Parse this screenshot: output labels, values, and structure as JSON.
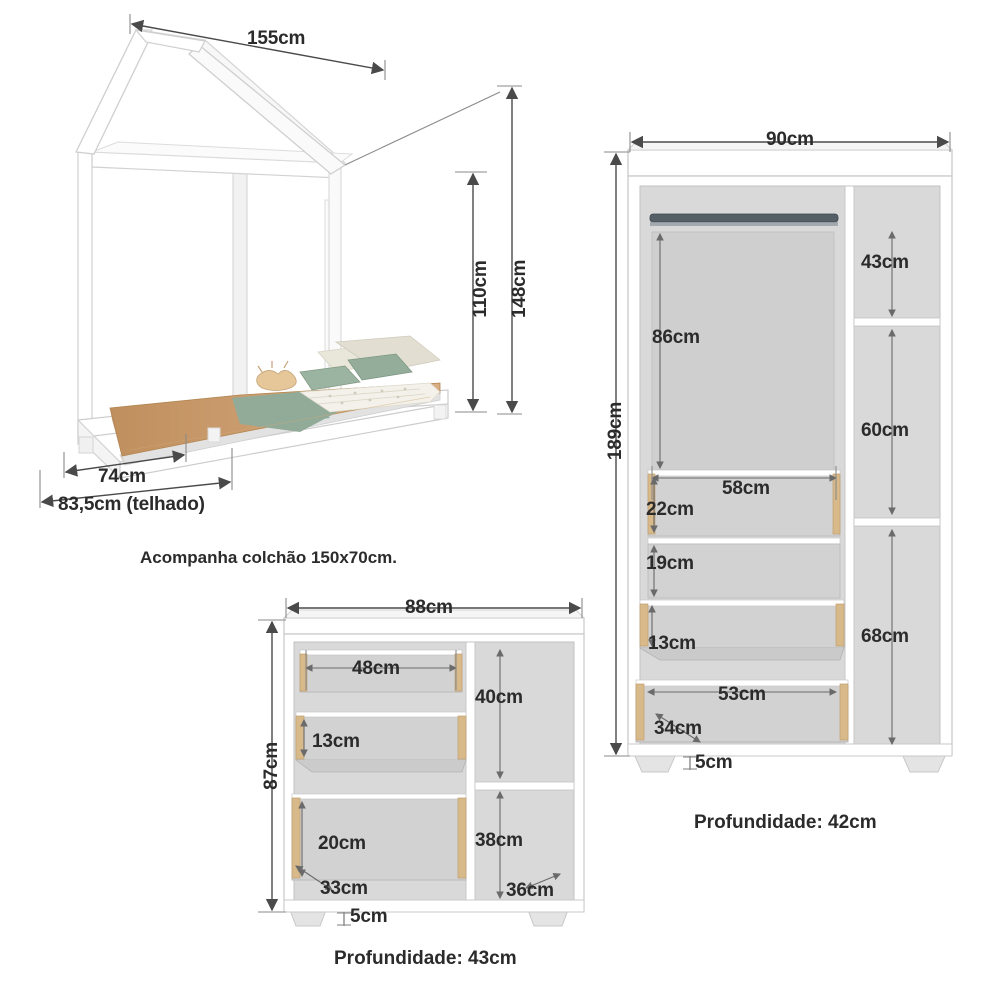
{
  "page": {
    "title": "Dimensoes do conjunto quarto infantil",
    "background": "#ffffff",
    "text_color": "#2b2b2b"
  },
  "bed": {
    "name": "cama-casinha",
    "dimensions": {
      "width_top": "155cm",
      "height_inner": "110cm",
      "height_total": "148cm",
      "depth_base": "74cm",
      "depth_roof": "83,5cm (telhado)"
    },
    "caption": "Acompanha colchão 150x70cm."
  },
  "wardrobe": {
    "name": "guarda-roupa",
    "dimensions": {
      "width": "90cm",
      "height": "189cm",
      "hanging_height": "86cm",
      "shelf_right_top": "43cm",
      "shelf_right_mid": "60cm",
      "shelf_right_bottom": "68cm",
      "drawer_width_top": "58cm",
      "drawer_height_top": "22cm",
      "shelf_height": "19cm",
      "drawer_height_small": "13cm",
      "drawer_width_bottom": "53cm",
      "drawer_depth": "34cm",
      "drawer_front": "5cm"
    },
    "caption": "Profundidade: 42cm"
  },
  "dresser": {
    "name": "comoda",
    "dimensions": {
      "width": "88cm",
      "height": "87cm",
      "drawer_top_width": "48cm",
      "shelf_top_right": "40cm",
      "drawer_mid_height": "13cm",
      "drawer_bottom_height": "20cm",
      "shelf_bottom_right": "38cm",
      "drawer_depth": "33cm",
      "drawer_front": "5cm",
      "side_depth": "36cm"
    },
    "caption": "Profundidade: 43cm"
  },
  "colors": {
    "furniture_white": "#ffffff",
    "furniture_shade": "#e8e8e8",
    "interior_gray": "#d6d6d6",
    "line": "#4a4a4a",
    "mattress": "#c89a6a",
    "blanket": "#8ea894",
    "pillow": "#e9e6da",
    "wood_trim": "#d8b98a"
  }
}
